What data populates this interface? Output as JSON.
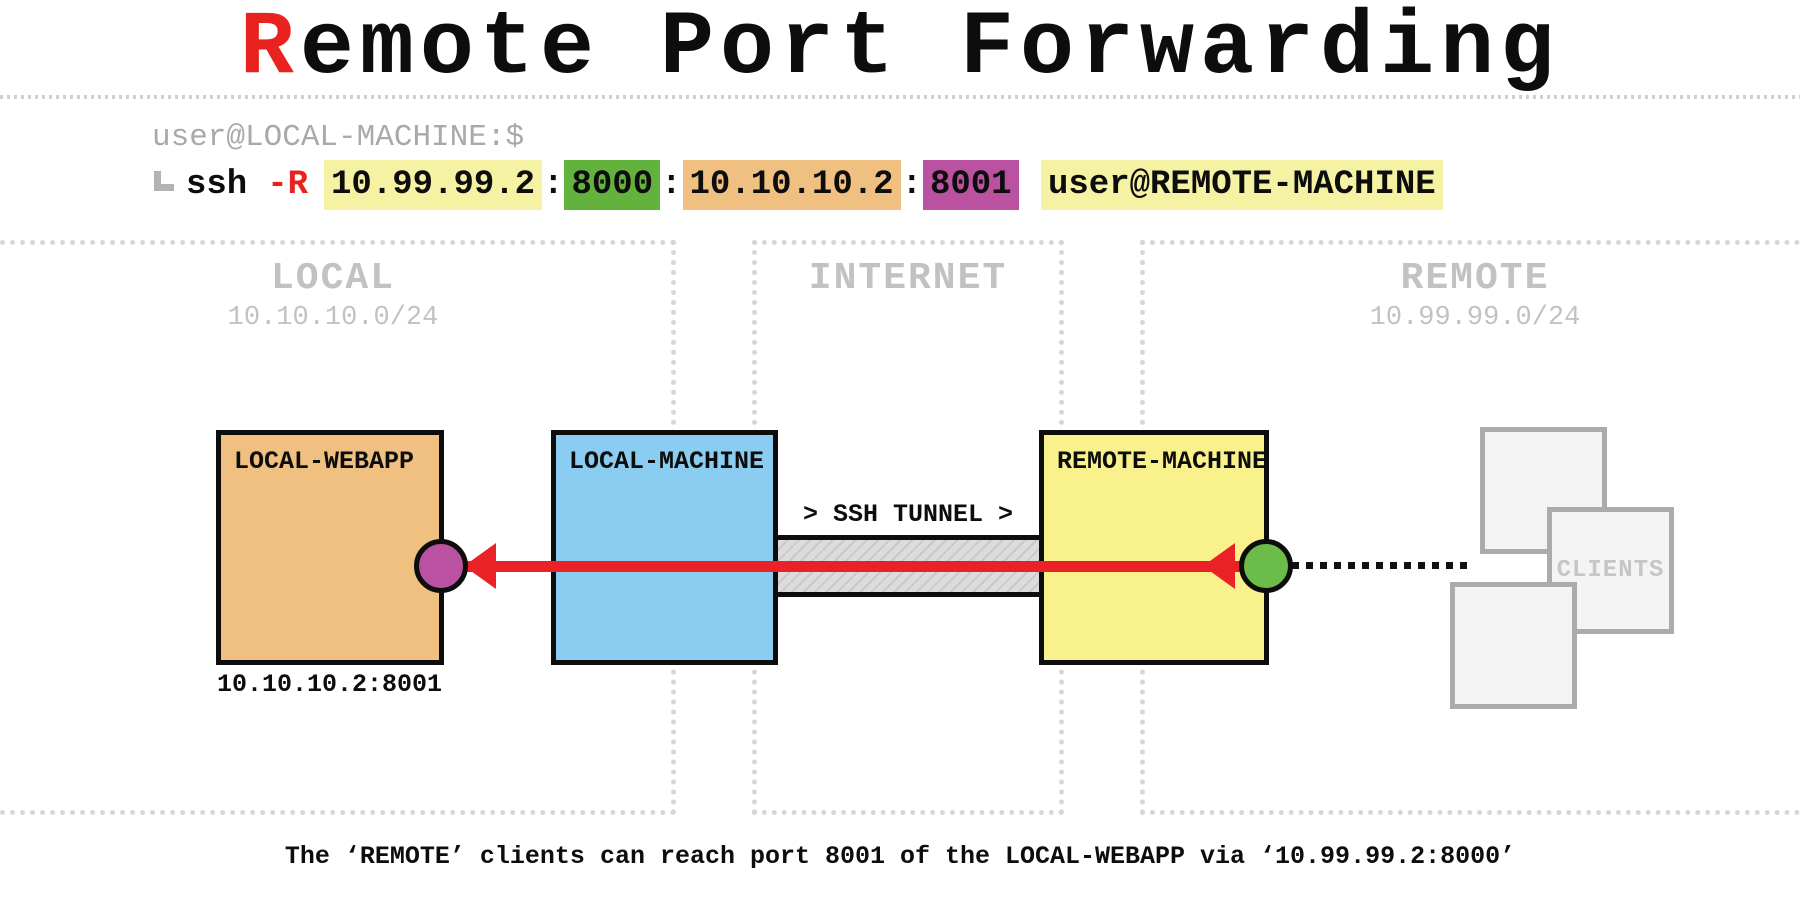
{
  "title": {
    "first_letter": "R",
    "rest": "emote Port Forwarding"
  },
  "terminal": {
    "prompt": "user@LOCAL-MACHINE:$",
    "command": {
      "ssh": "ssh",
      "flag": "-R",
      "segments": [
        {
          "text": "10.99.99.2",
          "highlight": "yellow"
        },
        {
          "text": ":",
          "highlight": "none"
        },
        {
          "text": "8000",
          "highlight": "green"
        },
        {
          "text": ":",
          "highlight": "none"
        },
        {
          "text": "10.10.10.2",
          "highlight": "orange"
        },
        {
          "text": ":",
          "highlight": "none"
        },
        {
          "text": "8001",
          "highlight": "purple"
        },
        {
          "text": " ",
          "highlight": "none"
        },
        {
          "text": "user@REMOTE-MACHINE",
          "highlight": "yellow"
        }
      ]
    }
  },
  "zones": {
    "local": {
      "label": "LOCAL",
      "subnet": "10.10.10.0/24"
    },
    "internet": {
      "label": "INTERNET"
    },
    "remote": {
      "label": "REMOTE",
      "subnet": "10.99.99.0/24"
    }
  },
  "nodes": {
    "local_webapp": {
      "label": "LOCAL-WEBAPP",
      "address": "10.10.10.2:8001"
    },
    "local_machine": {
      "label": "LOCAL-MACHINE"
    },
    "remote_machine": {
      "label": "REMOTE-MACHINE"
    },
    "clients": {
      "label": "CLIENTS"
    }
  },
  "tunnel": {
    "label": "> SSH TUNNEL >"
  },
  "caption": "The ‘REMOTE’ clients can reach port 8001 of the LOCAL-WEBAPP via ‘10.99.99.2:8000’",
  "colors": {
    "red": "#e8221f",
    "highlight_yellow": "#f6f2a3",
    "green": "#64b23e",
    "orange": "#f0c080",
    "purple": "#ba51a1",
    "blue": "#8bcdf0",
    "box_yellow": "#f8f18c",
    "gray_text": "#c2c2c2"
  }
}
